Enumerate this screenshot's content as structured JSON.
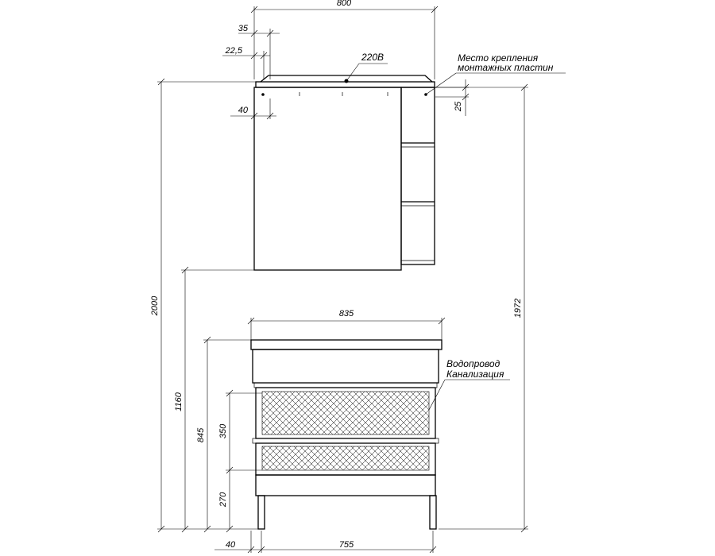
{
  "dimensions": {
    "mirror_width": "800",
    "offset_35": "35",
    "offset_22_5": "22,5",
    "offset_40_top": "40",
    "plate_25": "25",
    "total_height": "2000",
    "mount_height": "1972",
    "mirror_bottom": "1160",
    "vanity_width": "835",
    "vanity_height": "845",
    "pipes_350": "350",
    "pipes_270": "270",
    "offset_40_bottom": "40",
    "base_width": "755"
  },
  "labels": {
    "socket": "220В",
    "mount_line1": "Место крепления",
    "mount_line2": "монтажных пластин",
    "plumbing_line1": "Водопровод",
    "plumbing_line2": "Канализация"
  }
}
